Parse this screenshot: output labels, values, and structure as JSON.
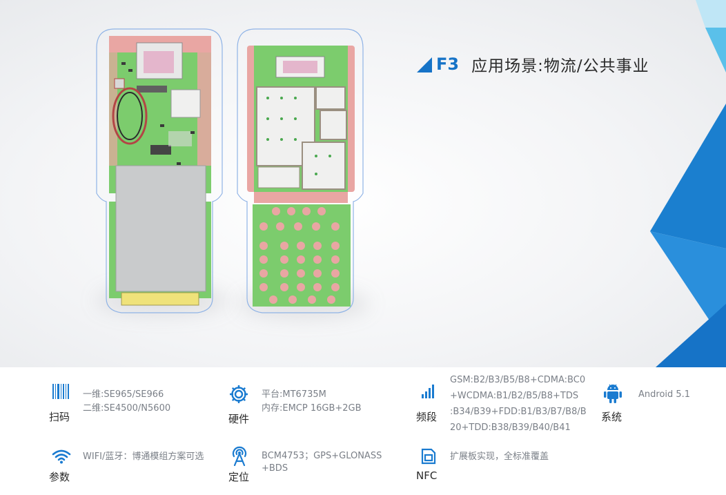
{
  "title": {
    "code": "F3",
    "text": "应用场景:物流/公共事业"
  },
  "colors": {
    "accent": "#1673c7",
    "pcb_green": "#7ccc6d",
    "pcb_pink": "#e9a6a3",
    "battery": "#c9cbcc"
  },
  "specs": {
    "scan": {
      "icon": "barcode-icon",
      "label": "扫码",
      "lines": [
        "一维:SE965/SE966",
        "二维:SE4500/N5600"
      ]
    },
    "hardware": {
      "icon": "gear-icon",
      "label": "硬件",
      "lines": [
        "平台:MT6735M",
        "内存:EMCP 16GB+2GB"
      ]
    },
    "bands": {
      "icon": "signal-bars-icon",
      "label": "频段",
      "lines": [
        "GSM:B2/B3/B5/B8+CDMA:BC0",
        "+WCDMA:B1/B2/B5/B8+TDS",
        ":B34/B39+FDD:B1/B3/B7/B8/B",
        "20+TDD:B38/B39/B40/B41"
      ]
    },
    "system": {
      "icon": "android-icon",
      "label": "系统",
      "lines": [
        "Android 5.1"
      ]
    },
    "params": {
      "icon": "wifi-icon",
      "label": "参数",
      "lines": [
        "WIFI/蓝牙：博通模组方案可选"
      ]
    },
    "location": {
      "icon": "gps-tower-icon",
      "label": "定位",
      "lines": [
        "BCM4753；GPS+GLONASS",
        "+BDS"
      ]
    },
    "nfc": {
      "icon": "nfc-card-icon",
      "label": "NFC",
      "lines": [
        "扩展板实现，全标准覆盖"
      ]
    }
  }
}
